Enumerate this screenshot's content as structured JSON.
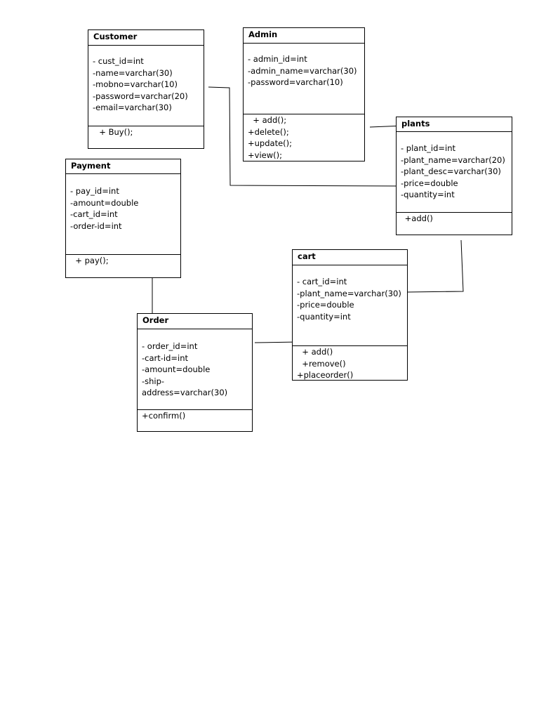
{
  "diagram": {
    "classes": {
      "customer": {
        "name": "Customer",
        "attributes": [
          "- cust_id=int",
          "-name=varchar(30)",
          "-mobno=varchar(10)",
          "-password=varchar(20)",
          "-email=varchar(30)"
        ],
        "methods": [
          "  + Buy();"
        ]
      },
      "admin": {
        "name": "Admin",
        "attributes": [
          "- admin_id=int",
          "-admin_name=varchar(30)",
          "-password=varchar(10)"
        ],
        "methods": [
          "  + add();",
          "+delete();",
          "+update();",
          "+view();"
        ]
      },
      "plants": {
        "name": "plants",
        "attributes": [
          "- plant_id=int",
          "-plant_name=varchar(20)",
          "-plant_desc=varchar(30)",
          "-price=double",
          "-quantity=int"
        ],
        "methods": [
          " +add()"
        ]
      },
      "payment": {
        "name": "Payment",
        "attributes": [
          "- pay_id=int",
          "-amount=double",
          "-cart_id=int",
          "-order-id=int"
        ],
        "methods": [
          "  + pay();"
        ]
      },
      "cart": {
        "name": "cart",
        "attributes": [
          "- cart_id=int",
          "-plant_name=varchar(30)",
          "-price=double",
          "-quantity=int"
        ],
        "methods": [
          "  + add()",
          "  +remove()",
          "+placeorder()"
        ]
      },
      "order": {
        "name": "Order",
        "attributes": [
          "- order_id=int",
          "-cart-id=int",
          "-amount=double",
          "-ship-",
          "address=varchar(30)"
        ],
        "methods": [
          "+confirm()"
        ]
      }
    }
  }
}
